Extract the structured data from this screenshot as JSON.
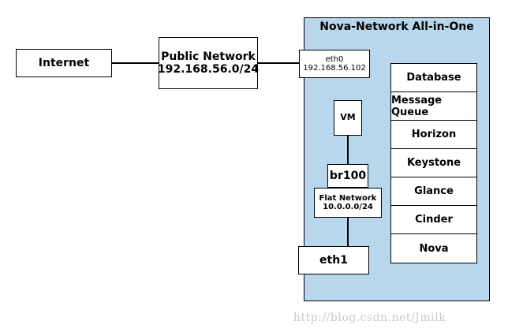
{
  "internet": {
    "label": "Internet"
  },
  "public_network": {
    "name": "Public Network",
    "cidr": "192.168.56.0/24"
  },
  "all_in_one": {
    "title": "Nova-Network All-in-One",
    "eth0": {
      "name": "eth0",
      "ip": "192.168.56.102"
    },
    "vm": {
      "label": "VM"
    },
    "bridge": {
      "label": "br100"
    },
    "flat_network": {
      "name": "Flat Network",
      "cidr": "10.0.0.0/24"
    },
    "eth1": {
      "label": "eth1"
    },
    "services": [
      "Database",
      "Message Queue",
      "Horizon",
      "Keystone",
      "Glance",
      "Cinder",
      "Nova"
    ]
  },
  "watermark": "http://blog.csdn.net/Jmilk",
  "colors": {
    "host_background": "#b8d6ec",
    "line": "#000000",
    "watermark": "#c8c8c8"
  }
}
